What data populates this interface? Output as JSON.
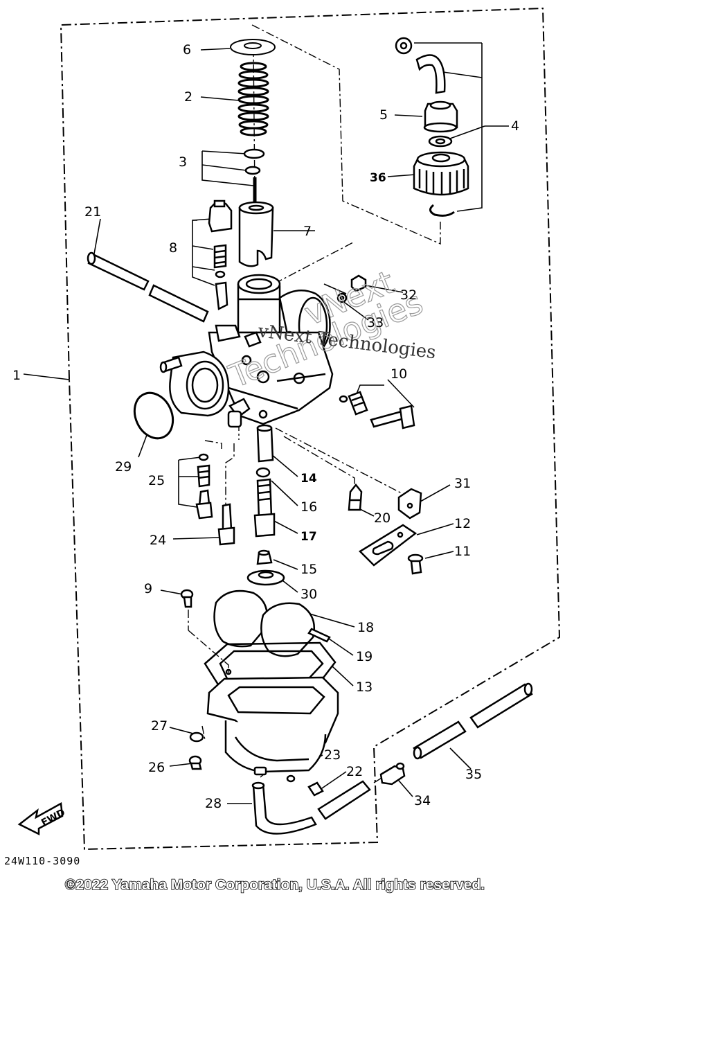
{
  "labels": {
    "l1": "1",
    "l2": "2",
    "l3": "3",
    "l4": "4",
    "l5": "5",
    "l6": "6",
    "l7": "7",
    "l8": "8",
    "l9": "9",
    "l10": "10",
    "l11": "11",
    "l12": "12",
    "l13": "13",
    "l14": "14",
    "l15": "15",
    "l16": "16",
    "l17": "17",
    "l18": "18",
    "l19": "19",
    "l20": "20",
    "l21": "21",
    "l22": "22",
    "l23": "23",
    "l24": "24",
    "l25": "25",
    "l26": "26",
    "l27": "27",
    "l28": "28",
    "l29": "29",
    "l30": "30",
    "l31": "31",
    "l32": "32",
    "l33": "33",
    "l34": "34",
    "l35": "35",
    "l36": "36"
  },
  "fwd": "FWD",
  "diagram_code": "24W110-3090",
  "copyright": "©2022 Yamaha Motor Corporation, U.S.A. All rights reserved.",
  "watermark": {
    "line1": "vNext Technologies",
    "line2a": "vNext",
    "line2b": "Technologies"
  }
}
